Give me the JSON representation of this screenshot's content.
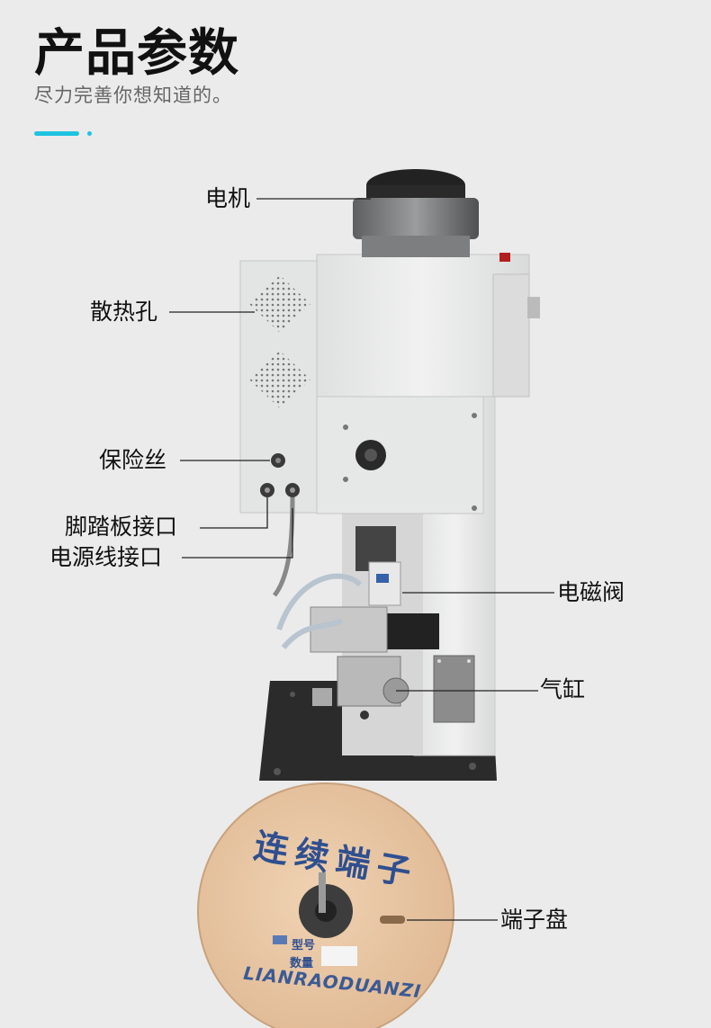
{
  "header": {
    "title": "产品参数",
    "subtitle": "尽力完善你想知道的。"
  },
  "colors": {
    "accent": "#1ec3e0",
    "background": "#ebebeb",
    "machine_body": "#e9eaea",
    "base_plate": "#2a2a2a",
    "reel": "#e8c7a3",
    "reel_text": "#2f4f8f"
  },
  "callouts": {
    "motor": "电机",
    "vent": "散热孔",
    "fuse": "保险丝",
    "pedal_port": "脚踏板接口",
    "power_port": "电源线接口",
    "solenoid_valve": "电磁阀",
    "cylinder": "气缸",
    "terminal_reel": "端子盘"
  },
  "reel": {
    "top_text": "连续端子",
    "bottom_text": "LIANRAODUANZI",
    "label_model": "型号",
    "label_qty": "数量"
  }
}
